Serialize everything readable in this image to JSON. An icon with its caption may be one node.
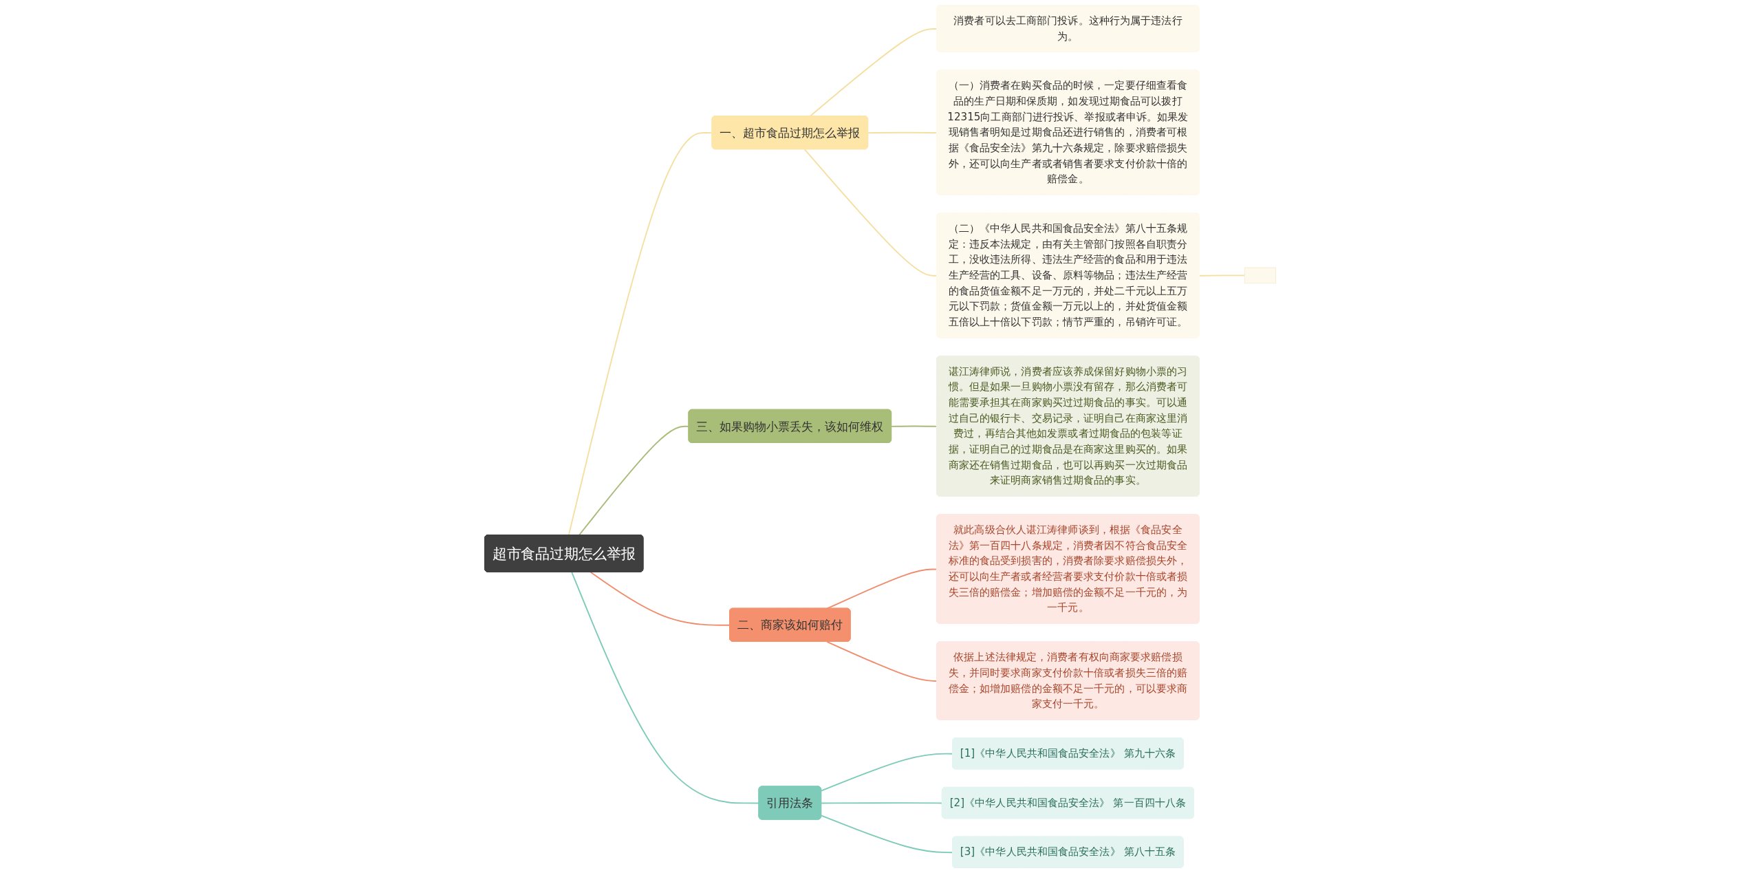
{
  "diagram": {
    "nodes": [
      {
        "text": [
          "超市食品过期怎么举报"
        ]
      },
      {
        "text": [
          "一、超市食品过期怎么举报"
        ]
      },
      {
        "text": [
          "消费者可以去工商部门投诉。这种行为属于违法行为。"
        ]
      },
      {
        "text": [
          "（一）消费者在购买食品的时候，一定要仔细查看食品的生产日期和保质期，如发现过期食品可以拨打12315向工商部门进行投诉、举报或者申诉。如果发现销售者明知是过期食品还进行销售的，消费者可根据《食品安全法》第九十六条规定，除要求赔偿损失外，还可以向生产者或者销售者要求支付价款十倍的赔偿金。"
        ]
      },
      {
        "text": [
          "（二）《中华人民共和国食品安全法》第八十五条规定：违反本法规定，由有关主管部门按照各自职责分工，没收违法所得、违法生产经营的食品和用于违法生产经营的工具、设备、原料等物品；违法生产经营的食品货值金额不足一万元的，并处二千元以上五万元以下罚款；货值金额一万元以上的，并处货值金额五倍以上十倍以下罚款；情节严重的，吊销许可证。"
        ]
      },
      {
        "text": [],
        "shape": "box"
      },
      {
        "text": [
          "三、如果购物小票丢失，该如何维权"
        ]
      },
      {
        "text": [
          "谌江涛律师说，消费者应该养成保留好购物小票的习惯。但是如果一旦购物小票没有留存，那么消费者可能需要承担其在商家购买过过期食品的事实。可以通过自己的银行卡、交易记录，证明自己在商家这里消费过，再结合其他如发票或者过期食品的包装等证据，证明自己的过期食品是在商家这里购买的。如果商家还在销售过期食品，也可以再购买一次过期食品来证明商家销售过期食品的事实。"
        ]
      },
      {
        "text": [
          "二、商家该如何赔付"
        ]
      },
      {
        "text": [
          "就此高级合伙人谌江涛律师谈到，根据《食品安全法》第一百四十八条规定，消费者因不符合食品安全标准的食品受到损害的，消费者除要求赔偿损失外，还可以向生产者或者经营者要求支付价款十倍或者损失三倍的赔偿金；增加赔偿的金额不足一千元的，为一千元。"
        ]
      },
      {
        "text": [
          "依据上述法律规定，消费者有权向商家要求赔偿损失，并同时要求商家支付价款十倍或者损失三倍的赔偿金；如增加赔偿的金额不足一千元的，可以要求商家支付一千元。"
        ]
      },
      {
        "text": [
          "引用法条"
        ]
      },
      {
        "text": [
          "[1]《中华人民共和国食品安全法》 第九十六条"
        ]
      },
      {
        "text": [
          "[2]《中华人民共和国食品安全法》 第一百四十八条"
        ]
      },
      {
        "text": [
          "[3]《中华人民共和国食品安全法》 第八十五条"
        ]
      }
    ],
    "edges": [
      {
        "from": 0,
        "to": 1,
        "arrow": "none"
      },
      {
        "from": 1,
        "to": 2,
        "arrow": "none"
      },
      {
        "from": 1,
        "to": 3,
        "arrow": "none"
      },
      {
        "from": 1,
        "to": 4,
        "arrow": "none"
      },
      {
        "from": 4,
        "to": 5,
        "arrow": "none"
      },
      {
        "from": 0,
        "to": 6,
        "arrow": "none",
        "color": "#a7bb78"
      },
      {
        "from": 6,
        "to": 7,
        "arrow": "none",
        "color": "#a7bb78"
      },
      {
        "from": 0,
        "to": 8,
        "arrow": "none",
        "color": "#f08c6c"
      },
      {
        "from": 8,
        "to": 9,
        "arrow": "none",
        "color": "#f08c6c"
      },
      {
        "from": 8,
        "to": 10,
        "arrow": "none",
        "color": "#f08c6c"
      },
      {
        "from": 0,
        "to": 11,
        "arrow": "none",
        "color": "#7ecbb9"
      },
      {
        "from": 11,
        "to": 12,
        "arrow": "none",
        "color": "#7ecbb9"
      },
      {
        "from": 11,
        "to": 13,
        "arrow": "none",
        "color": "#7ecbb9"
      },
      {
        "from": 11,
        "to": 14,
        "arrow": "none",
        "color": "#7ecbb9"
      }
    ]
  }
}
